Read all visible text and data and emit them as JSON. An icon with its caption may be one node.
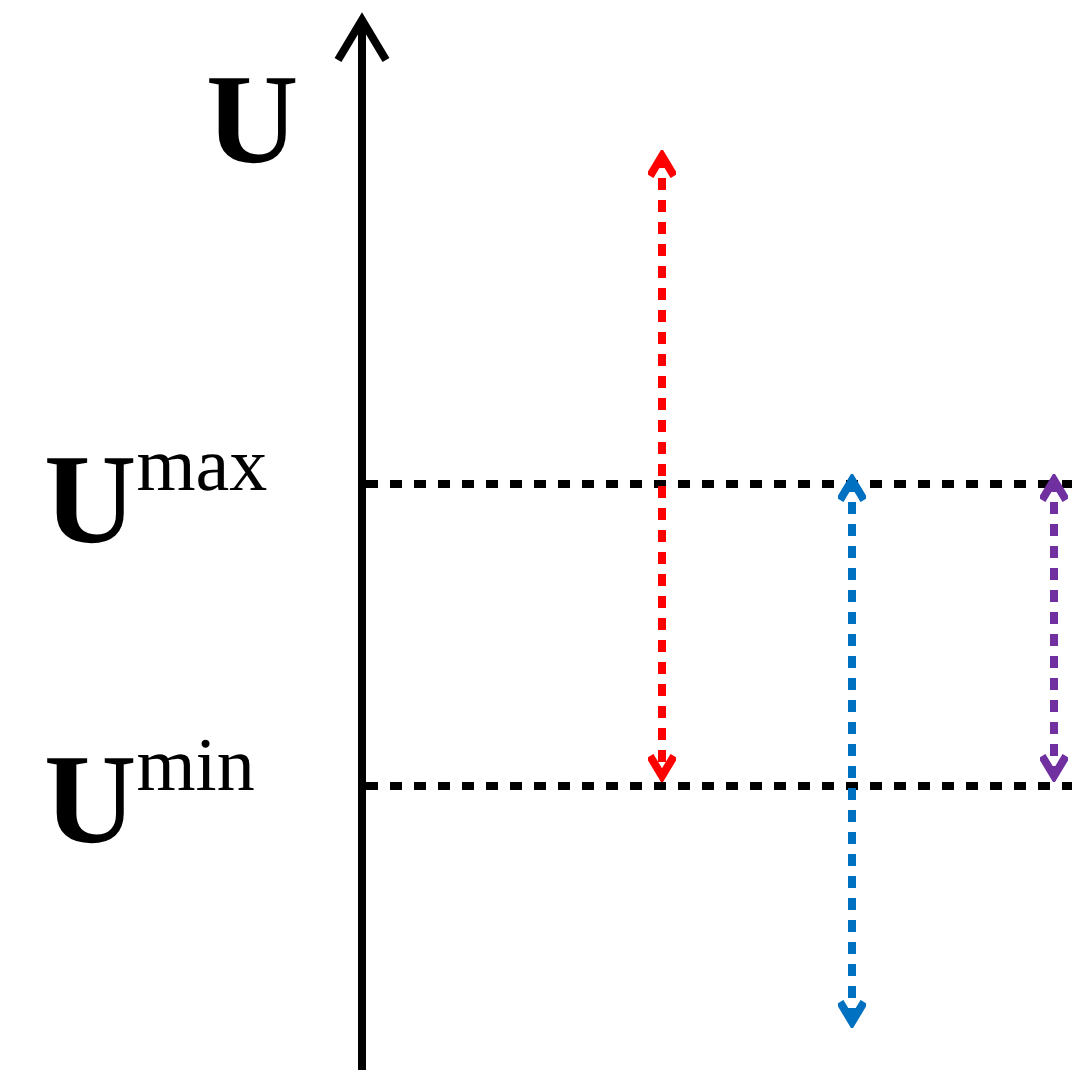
{
  "diagram": {
    "labels": [
      "**U**",
      "**U**$^{max}$",
      "**U**$^{min}$"
    ]
  }
}
